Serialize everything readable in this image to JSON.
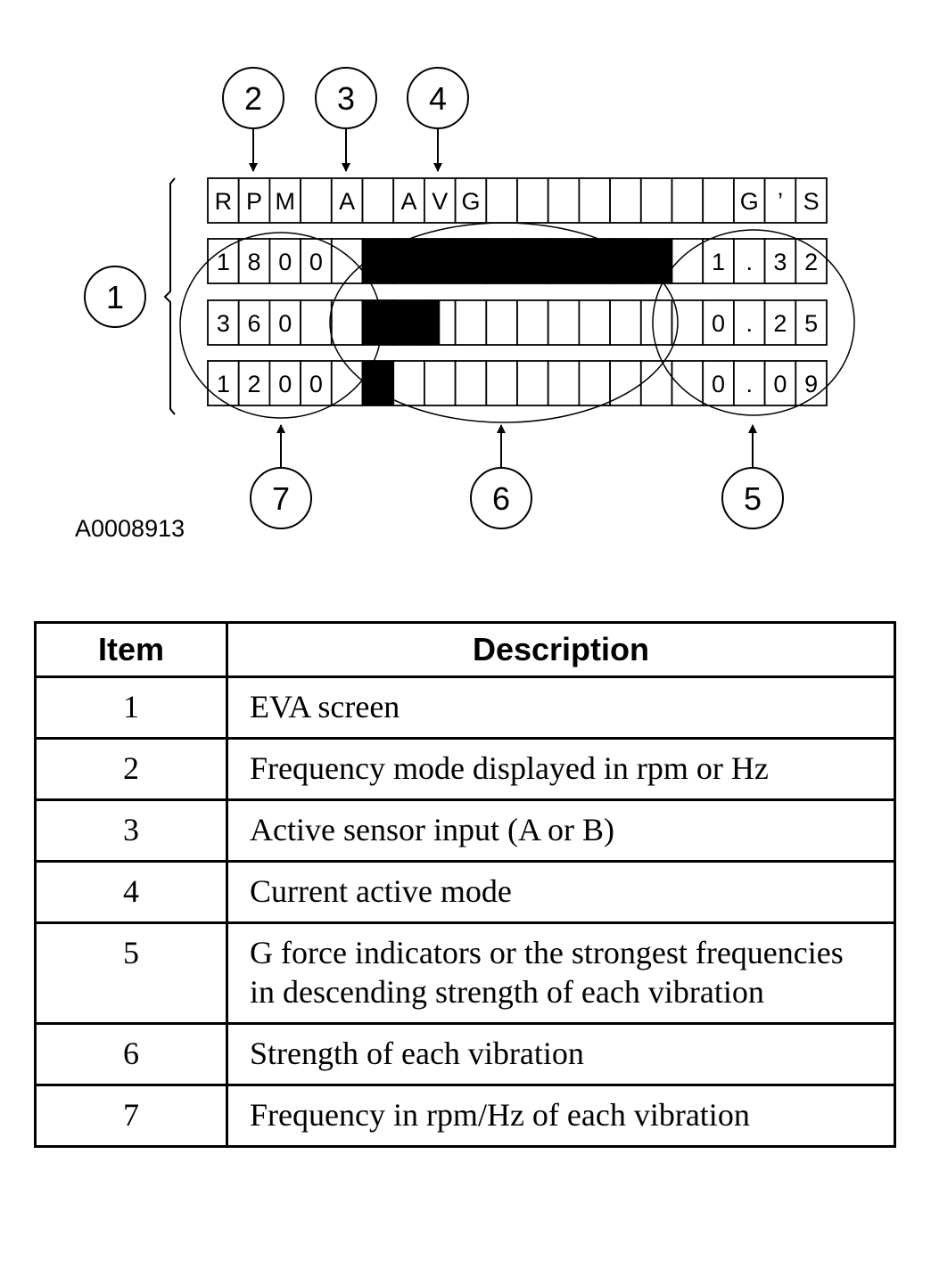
{
  "figure_id": "A0008913",
  "callouts": [
    "1",
    "2",
    "3",
    "4",
    "5",
    "6",
    "7"
  ],
  "screen": {
    "header": [
      "R",
      "P",
      "M",
      "",
      "A",
      "",
      "A",
      "V",
      "G",
      "",
      "",
      "",
      "",
      "",
      "",
      "",
      "",
      "G",
      "’",
      "S"
    ],
    "rows": [
      {
        "left": [
          "1",
          "8",
          "0",
          "0"
        ],
        "bar_segments": 10,
        "right": [
          "1",
          ".",
          "3",
          "2"
        ]
      },
      {
        "left": [
          "3",
          "6",
          "0",
          ""
        ],
        "bar_segments": 2.5,
        "right": [
          "0",
          ".",
          "2",
          "5"
        ]
      },
      {
        "left": [
          "1",
          "2",
          "0",
          "0"
        ],
        "bar_segments": 1,
        "right": [
          "0",
          ".",
          "0",
          "9"
        ]
      }
    ]
  },
  "table": {
    "headers": {
      "item": "Item",
      "description": "Description"
    },
    "rows": [
      {
        "item": "1",
        "description": "EVA screen"
      },
      {
        "item": "2",
        "description": "Frequency mode displayed in rpm or Hz"
      },
      {
        "item": "3",
        "description": "Active sensor input (A or B)"
      },
      {
        "item": "4",
        "description": "Current active mode"
      },
      {
        "item": "5",
        "description": "G force indicators or the strongest frequencies in descending strength of each vibration"
      },
      {
        "item": "6",
        "description": "Strength of each vibration"
      },
      {
        "item": "7",
        "description": "Frequency in rpm/Hz of each vibration"
      }
    ]
  }
}
